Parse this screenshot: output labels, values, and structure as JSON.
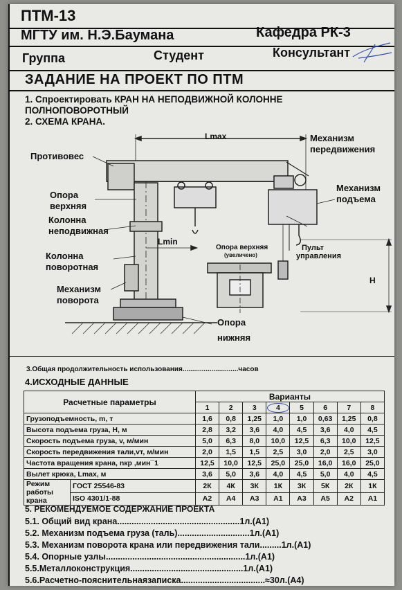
{
  "header": {
    "code": "ПТМ-13",
    "university": "МГТУ им. Н.Э.Баумана",
    "department": "Кафедра  РК-3",
    "group": "Группа",
    "student": "Студент",
    "consultant": "Консультант",
    "title": "ЗАДАНИЕ НА ПРОЕКТ ПО  ПТМ"
  },
  "task": {
    "item1_line1": "1. Спроектировать КРАН  НА НЕПОДВИЖНОЙ КОЛОННЕ",
    "item1_line2": "ПОЛНОПОВОРОТНЫЙ",
    "item2": "2. СХЕМА КРАНА."
  },
  "diagram": {
    "counterweight": "Противовес",
    "lmax": "Lmax",
    "travel_mech_1": "Механизм",
    "travel_mech_2": "передвижения",
    "hoist_mech_1": "Механизм",
    "hoist_mech_2": "подъема",
    "upper_support_1": "Опора",
    "upper_support_2": "верхняя",
    "fixed_column_1": "Колонна",
    "fixed_column_2": "неподвижная",
    "lmin": "Lmin",
    "upper_support_detail_1": "Опора верхняя",
    "upper_support_detail_2": "(увеличено)",
    "pendant_1": "Пульт",
    "pendant_2": "управления",
    "rotating_column_1": "Колонна",
    "rotating_column_2": "поворотная",
    "height": "H",
    "slew_mech_1": "Механизм",
    "slew_mech_2": "поворота",
    "lower_support_1": "Опора",
    "lower_support_2": "нижняя"
  },
  "productivity": "3.Общая продолжительность использования.............................часов",
  "source_data_title": "4.ИСХОДНЫЕ ДАННЫЕ",
  "table": {
    "param_header": "Расчетные параметры",
    "variants_header": "Варианты",
    "variants": [
      "1",
      "2",
      "3",
      "4",
      "5",
      "6",
      "7",
      "8"
    ],
    "rows": [
      {
        "name": "Грузоподъемность, m, т",
        "values": [
          "1,6",
          "0,8",
          "1,25",
          "1,0",
          "1,0",
          "0,63",
          "1,25",
          "0,8"
        ]
      },
      {
        "name": "Высота подъема груза, H, м",
        "values": [
          "2,8",
          "3,2",
          "3,6",
          "4,0",
          "4,5",
          "3,6",
          "4,0",
          "4,5"
        ]
      },
      {
        "name": "Скорость подъема груза, v, м/мин",
        "values": [
          "5,0",
          "6,3",
          "8,0",
          "10,0",
          "12,5",
          "6,3",
          "10,0",
          "12,5"
        ]
      },
      {
        "name": "Скорость передвижения тали,vт, м/мин",
        "values": [
          "2,0",
          "1,5",
          "1,5",
          "2,5",
          "3,0",
          "2,0",
          "2,5",
          "3,0"
        ]
      },
      {
        "name": "Частота вращения крана, nкр ,мин¯1",
        "values": [
          "12,5",
          "10,0",
          "12,5",
          "25,0",
          "25,0",
          "16,0",
          "16,0",
          "25,0"
        ]
      },
      {
        "name": "Вылет крюка, Lmax, м",
        "values": [
          "3,6",
          "5,0",
          "3,6",
          "4,0",
          "4,5",
          "5,0",
          "4,0",
          "4,5"
        ]
      }
    ],
    "mode_label_1": "Режим работы",
    "mode_label_2": "крана",
    "gost_label": "ГОСТ 25546-83",
    "gost_values": [
      "2К",
      "4К",
      "3К",
      "1К",
      "3К",
      "5К",
      "2К",
      "1К"
    ],
    "iso_label": "ISO 4301/1-88",
    "iso_values": [
      "А2",
      "А4",
      "А3",
      "А1",
      "А3",
      "А5",
      "А2",
      "А1"
    ]
  },
  "section5": {
    "title": "5. РЕКОМЕНДУЕМОЕ СОДЕРЖАНИЕ ПРОЕКТА",
    "items": [
      "5.1. Общий вид крана...................................................1л.(А1)",
      "5.2. Механизм подъема груза  (таль)..............................1л.(А1)",
      "5.3. Механизм поворота крана или передвижения тали.........1л.(А1)",
      "5.4. Опорные узлы..........................................................1л.(А1)",
      "5.5.Металлоконструкция...............................................1л.(А1)",
      "5.6.Расчетно-пояснительнаязаписка...................................≈30л.(А4)"
    ]
  }
}
